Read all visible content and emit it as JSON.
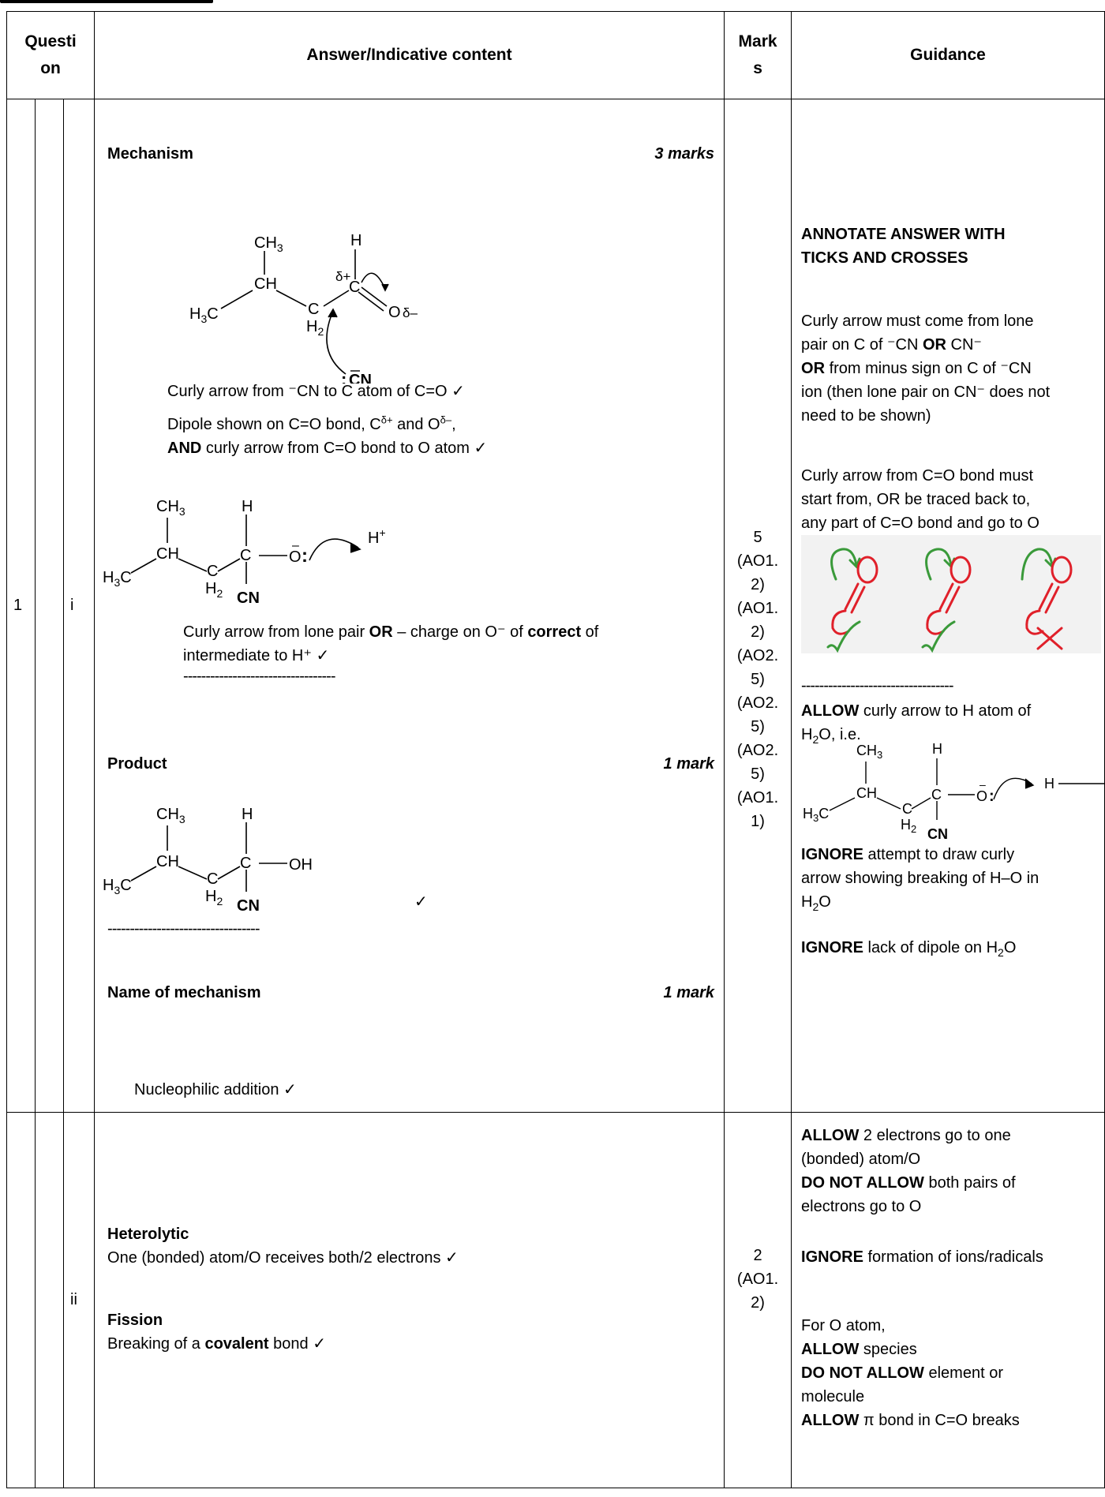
{
  "header": {
    "question": "Question",
    "answer": "Answer/Indicative content",
    "marks": "Marks",
    "guidance": "Guidance"
  },
  "row1": {
    "q_num": "1",
    "q_part": "i",
    "mechanism_title": "Mechanism",
    "mechanism_marks": "3 marks",
    "step1_text": "Curly arrow from ⁻CN to C atom of C=O ✓",
    "step2_text_a": "Dipole shown on C=O bond, C",
    "step2_text_b": " and O",
    "step2_text_c": ",",
    "step2_and": "AND",
    "step2_text_d": " curly arrow from C=O bond to O atom ✓",
    "step3_text_a": "Curly arrow from lone pair ",
    "step3_or": "OR",
    "step3_text_b": " – charge on O⁻ of ",
    "step3_correct": "correct",
    "step3_text_c": "intermediate to H⁺ ✓",
    "dashes": "----------------------------------",
    "product_title": "Product",
    "product_marks": "1 mark",
    "product_tick": "✓",
    "name_title": "Name of mechanism",
    "name_marks": "1 mark",
    "name_answer": "Nucleophilic addition ✓",
    "marks_total": "5",
    "marks_ao": [
      "(AO1.",
      "2)",
      "(AO1.",
      "2)",
      "(AO2.",
      "5)",
      "(AO2.",
      "5)",
      "(AO2.",
      "5)",
      "(AO1.",
      "1)"
    ],
    "guidance": {
      "annotate_a": "ANNOTATE ANSWER WITH",
      "annotate_b": "TICKS AND CROSSES",
      "g1_a": "Curly arrow must come from lone",
      "g1_b": "pair on C of ⁻CN ",
      "g1_or": "OR",
      "g1_b2": " CN⁻",
      "g1_or2": "OR",
      "g1_c": " from minus sign on C of ⁻CN",
      "g1_d": "ion (then lone pair on CN⁻ does not",
      "g1_e": "need to be shown)",
      "g2_a": "Curly arrow from C=O bond must",
      "g2_b": "start from, OR be traced back to,",
      "g2_c": "any part of C=O bond and go to O",
      "dashes": "----------------------------------",
      "allow": "ALLOW",
      "g3_a": " curly arrow to H atom of",
      "g3_b": "H",
      "g3_c": "O, i.e.",
      "ignore": "IGNORE",
      "g4_a": " attempt to draw curly",
      "g4_b": "arrow showing breaking of H–O in",
      "g4_c": "H",
      "g4_d": "O",
      "g5_a": " lack of dipole on H",
      "g5_b": "O"
    }
  },
  "row2": {
    "q_part": "ii",
    "heterolytic": "Heterolytic",
    "heterolytic_text": "One (bonded) atom/O receives both/2 electrons ✓",
    "fission": "Fission",
    "fission_text_a": "Breaking of a ",
    "fission_covalent": "covalent",
    "fission_text_b": " bond ✓",
    "marks_total": "2",
    "marks_ao": [
      "(AO1.",
      "2)"
    ],
    "guidance": {
      "allow": "ALLOW",
      "a1": " 2 electrons go to one",
      "a2": "(bonded) atom/O",
      "dna": "DO NOT ALLOW",
      "a3": " both pairs of",
      "a4": "electrons go to O",
      "ignore": "IGNORE",
      "a5": " formation of ions/radicals",
      "a6": "For O atom,",
      "a7": " species",
      "a8": " element or",
      "a9": "molecule",
      "a10": " π bond in C=O breaks"
    }
  },
  "chem": {
    "ch3": "CH",
    "three": "3",
    "h": "H",
    "ch": "CH",
    "h3c": "H",
    "c": "C",
    "two": "2",
    "o": "O",
    "cn": "CN",
    "oh": "OH",
    "dplus": "δ+",
    "dminus": "δ–",
    "hplus": "H⁺",
    "colon": ":",
    "lone": "–"
  },
  "colors": {
    "green": "#3a9a3a",
    "red": "#e0202a",
    "panel": "#f2f2f2"
  }
}
